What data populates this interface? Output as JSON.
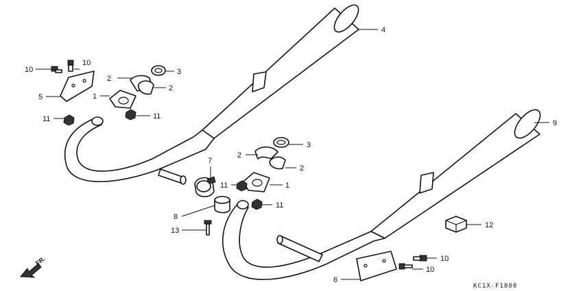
{
  "diagram": {
    "code": "KC1X-F1800",
    "direction_label": "FR.",
    "callouts": [
      {
        "id": "c4",
        "label": "4"
      },
      {
        "id": "c10a",
        "label": "10"
      },
      {
        "id": "c10b",
        "label": "10"
      },
      {
        "id": "c3a",
        "label": "3"
      },
      {
        "id": "c2a",
        "label": "2"
      },
      {
        "id": "c2b",
        "label": "2"
      },
      {
        "id": "c5",
        "label": "5"
      },
      {
        "id": "c1a",
        "label": "1"
      },
      {
        "id": "c11a",
        "label": "11"
      },
      {
        "id": "c11b",
        "label": "11"
      },
      {
        "id": "c9",
        "label": "9"
      },
      {
        "id": "c3b",
        "label": "3"
      },
      {
        "id": "c2c",
        "label": "2"
      },
      {
        "id": "c2d",
        "label": "2"
      },
      {
        "id": "c7",
        "label": "7"
      },
      {
        "id": "c11c",
        "label": "11"
      },
      {
        "id": "c1b",
        "label": "1"
      },
      {
        "id": "c11d",
        "label": "11"
      },
      {
        "id": "c8",
        "label": "8"
      },
      {
        "id": "c13",
        "label": "13"
      },
      {
        "id": "c12",
        "label": "12"
      },
      {
        "id": "c10c",
        "label": "10"
      },
      {
        "id": "c10d",
        "label": "10"
      },
      {
        "id": "c6",
        "label": "6"
      }
    ]
  }
}
